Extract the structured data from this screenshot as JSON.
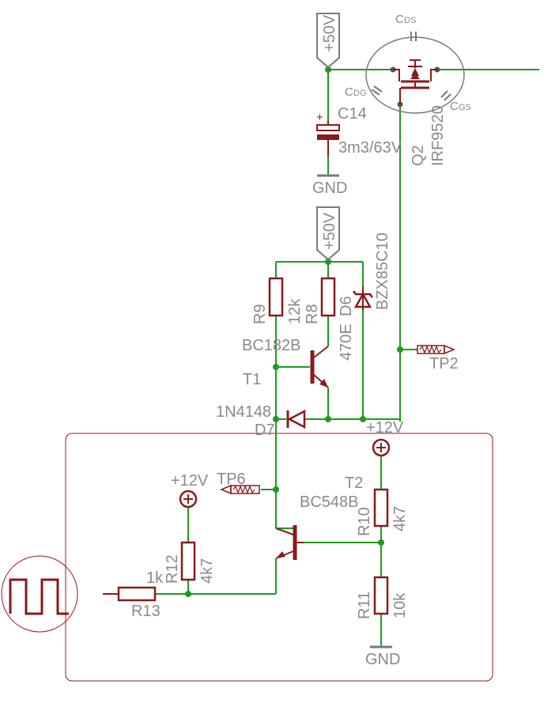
{
  "labels": {
    "supply_top": "+50V",
    "supply_mid": "+50V",
    "gnd_c14": "GND",
    "gnd_r11": "GND",
    "c14_name": "C14",
    "c14_value": "3m3/63V",
    "cap_cds_main": "C",
    "cap_cds_sub": "DS",
    "cap_cdg_main": "C",
    "cap_cdg_sub": "DG",
    "cap_cgs_main": "C",
    "cap_cgs_sub": "GS",
    "q2_name": "Q2",
    "q2_part": "IRF9520",
    "r9_name": "R9",
    "r9_value": "12k",
    "r8_name": "R8",
    "r8_value": "470E",
    "d6_name": "D6",
    "d6_part": "BZX85C10",
    "t1_name": "T1",
    "t1_part": "BC182B",
    "tp2_name": "TP2",
    "d7_part": "1N4148",
    "d7_name": "D7",
    "plus12_a": "+12V",
    "plus12_b": "+12V",
    "tp6_name": "TP6",
    "t2_name": "T2",
    "t2_part": "BC548B",
    "r10_name": "R10",
    "r10_value": "4k7",
    "r11_name": "R11",
    "r11_value": "10k",
    "r12_name": "R12",
    "r12_value": "4k7",
    "r13_name": "R13",
    "r13_value": "1k"
  },
  "colors": {
    "wire": "#1f9a1f",
    "component": "#8b1a1a",
    "label": "#8a8a8a",
    "frame": "#a01616"
  }
}
